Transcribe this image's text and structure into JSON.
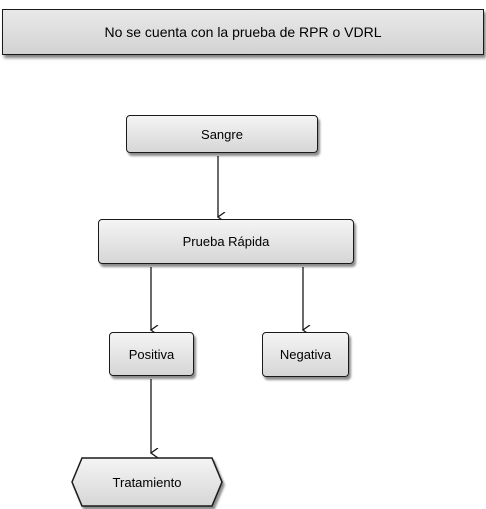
{
  "header": {
    "title": "No se cuenta con la prueba de RPR o VDRL"
  },
  "nodes": {
    "sangre": "Sangre",
    "prueba_rapida": "Prueba Rápida",
    "positiva": "Positiva",
    "negativa": "Negativa",
    "tratamiento": "Tratamiento"
  },
  "colors": {
    "border": "#1a1a1a",
    "fill_light": "#f4f4f4",
    "fill_dark": "#d6d6d6"
  }
}
